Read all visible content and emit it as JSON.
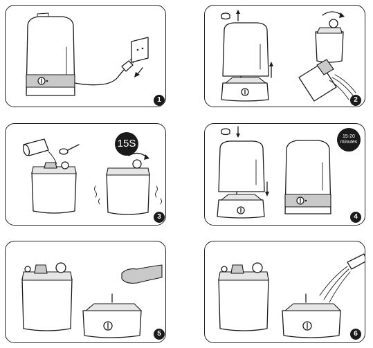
{
  "steps": [
    {
      "number": "1"
    },
    {
      "number": "2"
    },
    {
      "number": "3",
      "timer": "15S"
    },
    {
      "number": "4",
      "timer": "15-20\nminutes"
    },
    {
      "number": "5"
    },
    {
      "number": "6"
    }
  ],
  "colors": {
    "line": "#1a1a1a",
    "badge": "#1a1a1a",
    "panel_border": "#222222",
    "fill_grey": "#c9c9c9"
  }
}
